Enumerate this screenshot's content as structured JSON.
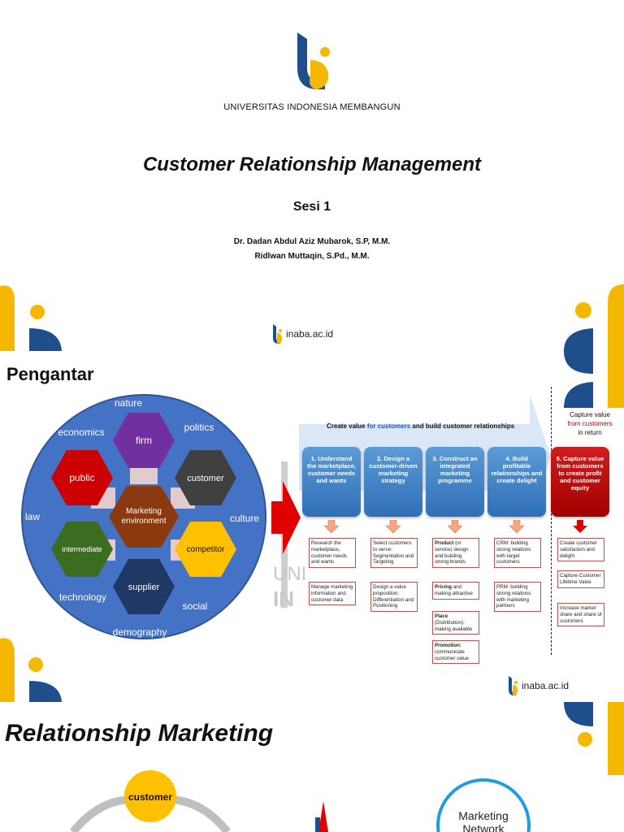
{
  "slide1": {
    "university": "UNIVERSITAS INDONESIA MEMBANGUN",
    "title": "Customer Relationship Management",
    "session": "Sesi 1",
    "authors": [
      "Dr. Dadan Abdul Aziz Mubarok, S.P, M.M.",
      "Ridlwan Muttaqin, S.Pd., M.M."
    ],
    "footer": "inaba.ac.id"
  },
  "slide2": {
    "title": "Pengantar",
    "outer_labels": [
      "nature",
      "economics",
      "politics",
      "law",
      "culture",
      "technology",
      "social",
      "demography"
    ],
    "hexagons": [
      "firm",
      "public",
      "customer",
      "Marketing",
      "environment",
      "intermediate",
      "competitor",
      "supplier"
    ],
    "watermark": [
      "UNIV",
      "IN"
    ],
    "process": {
      "header_pre": "Create value ",
      "header_blue": "for customers",
      "header_post": " and build customer relationships",
      "capture_line1": "Capture value",
      "capture_line2": "from customers",
      "capture_line3": "in return",
      "steps": [
        "1. Understand the marketplace, customer needs and wants",
        "2. Design a customer-driven marketing strategy",
        "3. Construct an integrated marketing programme",
        "4. Build profitable relationships and create delight",
        "5. Capture value from customers to create profit and customer equity"
      ],
      "col1": [
        "Research the marketplace, customer needs and wants",
        "Manage marketing information and customer data"
      ],
      "col2": [
        "Select customers to serve: Segmentation and Targeting",
        "Design a value proposition: Differentiation and Positioning"
      ],
      "col3_heads": [
        "Product",
        "Pricing",
        "Place",
        "Promotion:"
      ],
      "col3_bodies": [
        " (or service) design and building strong brands",
        " and making attractive",
        " (Distribution): making available",
        " communicate customer value"
      ],
      "col4": [
        "CRM: building strong relations with target customers",
        "PRM: building strong relations with marketing partners"
      ],
      "col5": [
        "Create customer satisfaction and delight",
        "Capture Customer Lifetime Value",
        "Increase market share and share of customers"
      ]
    },
    "footer": "inaba.ac.id"
  },
  "slide3": {
    "title": "Relationship Marketing",
    "circle_label": "customer",
    "network_line1": "Marketing",
    "network_line2": "Network"
  },
  "colors": {
    "brand_blue": "#1f4e8c",
    "brand_yellow": "#f5b800",
    "ring_blue": "#3f6bc4",
    "hex_purple": "#7030a0",
    "hex_red": "#cc0000",
    "hex_dark": "#404040",
    "hex_brown": "#8b3a0f",
    "hex_green": "#3a6d1f",
    "hex_yellow": "#ffc000",
    "hex_navy": "#1f3864"
  },
  "icons": [
    "inaba-logo-icon",
    "down-arrow-icon",
    "red-arrow-icon"
  ]
}
